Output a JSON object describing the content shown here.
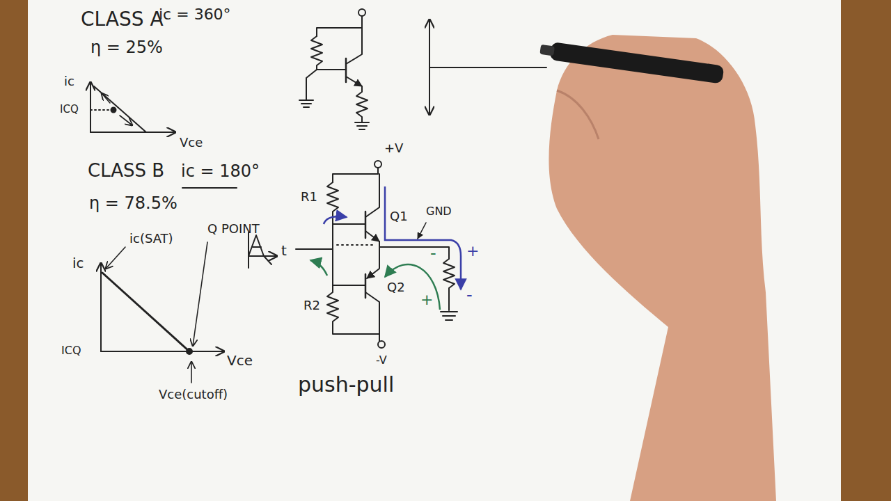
{
  "diagram": {
    "labels": [
      "CLASS A",
      "ic = 360°",
      "η = 25%",
      "ic",
      "ICQ",
      "Vce",
      "CLASS B",
      "ic = 180°",
      "η = 78.5%",
      "ic",
      "ic(SAT)",
      "Q POINT",
      "ICQ",
      "Vce",
      "Vce(cutoff)",
      "+V",
      "R1",
      "Q1",
      "GND",
      "Q2",
      "R2",
      "-V",
      "push-pull",
      "t",
      "+",
      "-",
      "-",
      "+"
    ]
  }
}
